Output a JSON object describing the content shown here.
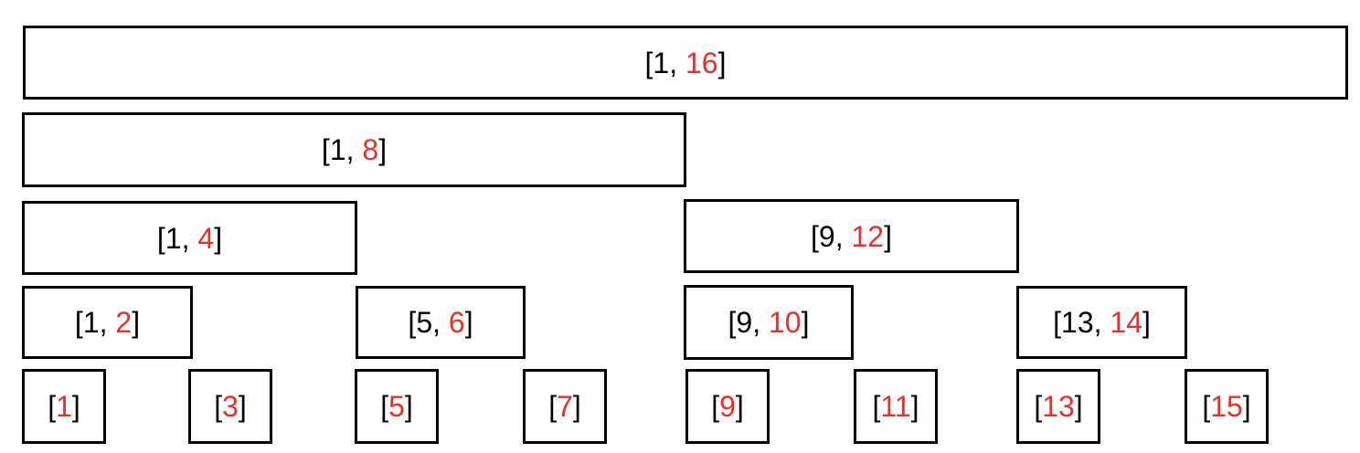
{
  "colors": {
    "text": "#000000",
    "end_value": "#e8302a",
    "border": "#000000"
  },
  "nodes": [
    {
      "id": "n-1-16",
      "start": "1",
      "end": "16"
    },
    {
      "id": "n-1-8",
      "start": "1",
      "end": "8"
    },
    {
      "id": "n-1-4",
      "start": "1",
      "end": "4"
    },
    {
      "id": "n-9-12",
      "start": "9",
      "end": "12"
    },
    {
      "id": "n-1-2",
      "start": "1",
      "end": "2"
    },
    {
      "id": "n-5-6",
      "start": "5",
      "end": "6"
    },
    {
      "id": "n-9-10",
      "start": "9",
      "end": "10"
    },
    {
      "id": "n-13-14",
      "start": "13",
      "end": "14"
    },
    {
      "id": "n-1",
      "start": "",
      "end": "1"
    },
    {
      "id": "n-3",
      "start": "",
      "end": "3"
    },
    {
      "id": "n-5",
      "start": "",
      "end": "5"
    },
    {
      "id": "n-7",
      "start": "",
      "end": "7"
    },
    {
      "id": "n-9",
      "start": "",
      "end": "9"
    },
    {
      "id": "n-11",
      "start": "",
      "end": "11"
    },
    {
      "id": "n-13",
      "start": "",
      "end": "13"
    },
    {
      "id": "n-15",
      "start": "",
      "end": "15"
    }
  ]
}
